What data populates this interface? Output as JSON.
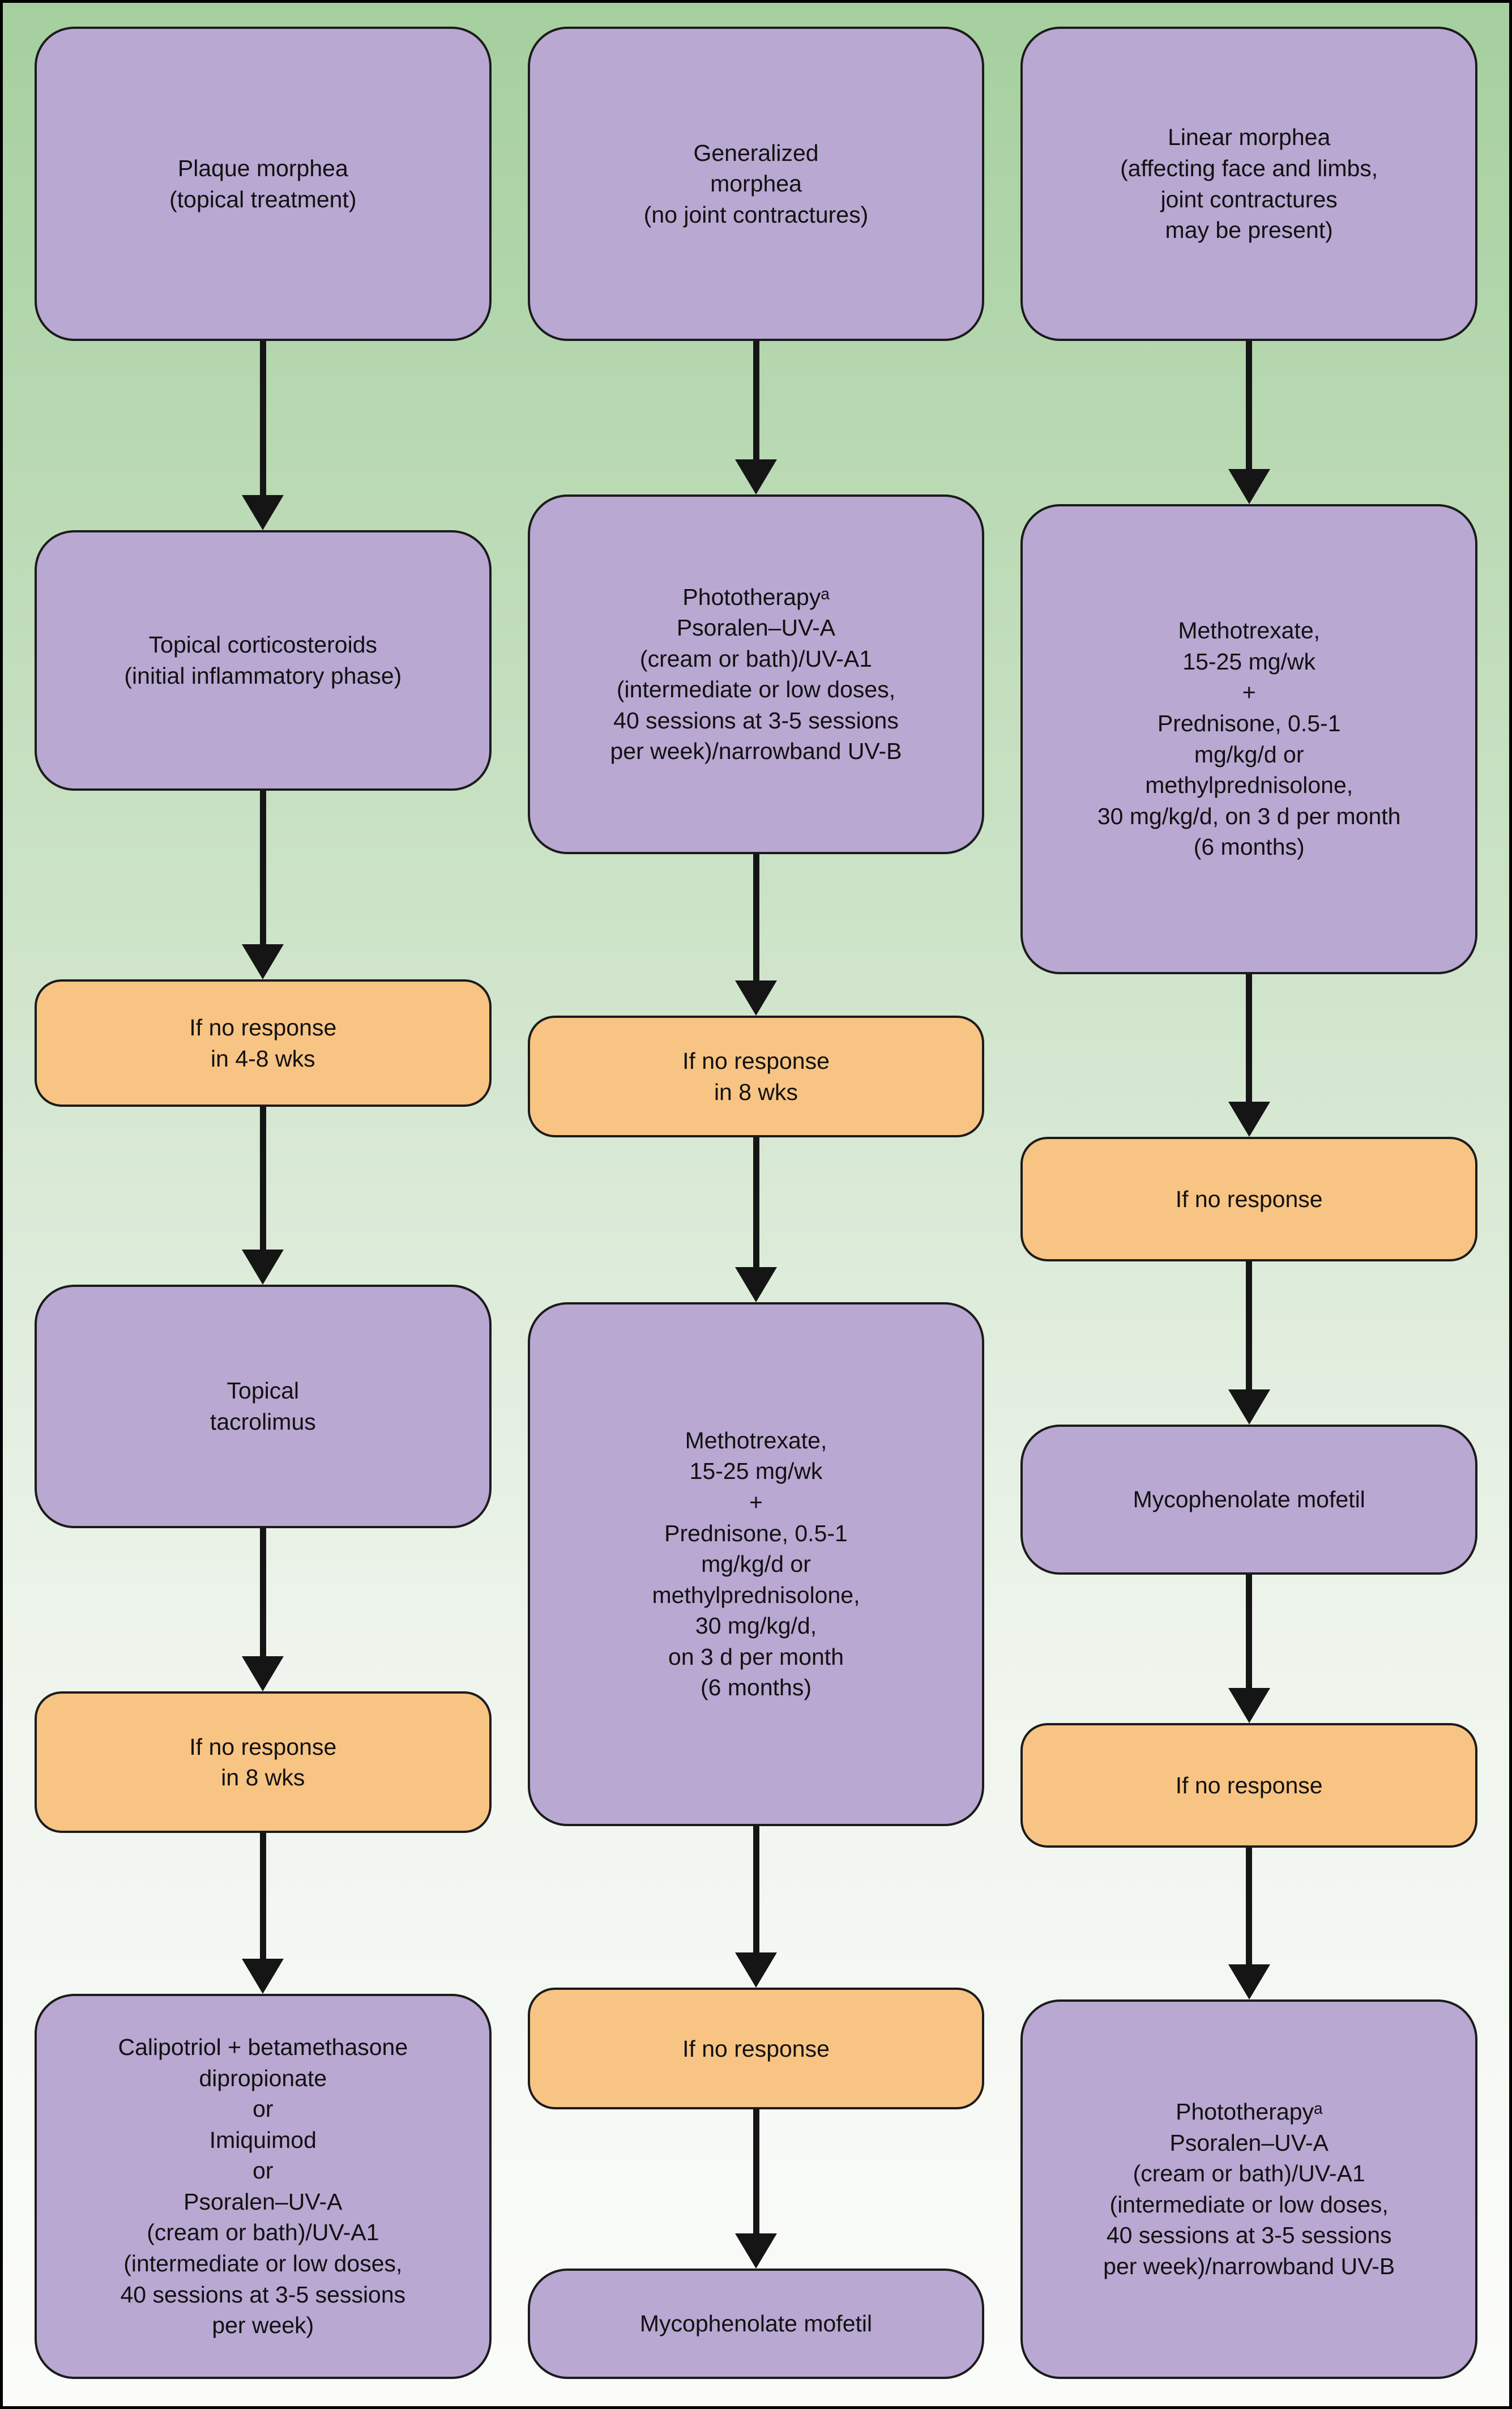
{
  "colors": {
    "bg_top": "#a5cf9e",
    "bg_bottom": "#fbfcfa",
    "purple": "#b9a8d2",
    "orange": "#f8c483"
  },
  "columns": [
    {
      "title": "plaque-morphea-pathway",
      "nodes": [
        {
          "kind": "condition",
          "text": [
            "Plaque morphea",
            "(topical treatment)"
          ]
        },
        {
          "kind": "treatment",
          "text": [
            "Topical corticosteroids",
            "(initial inflammatory phase)"
          ]
        },
        {
          "kind": "response",
          "text": [
            "If no response",
            "in 4-8 wks"
          ]
        },
        {
          "kind": "treatment",
          "text": [
            "Topical",
            "tacrolimus"
          ]
        },
        {
          "kind": "response",
          "text": [
            "If no response",
            "in 8 wks"
          ]
        },
        {
          "kind": "treatment",
          "text": [
            "Calipotriol + betamethasone",
            "dipropionate",
            "or",
            "Imiquimod",
            "or",
            "Psoralen–UV-A",
            "(cream or bath)/UV-A1",
            "(intermediate or low doses,",
            "40 sessions at 3-5 sessions",
            "per week)"
          ]
        }
      ]
    },
    {
      "title": "generalized-morphea-pathway",
      "nodes": [
        {
          "kind": "condition",
          "text": [
            "Generalized",
            "morphea",
            "(no joint contractures)"
          ]
        },
        {
          "kind": "treatment",
          "text": [
            "Phototherapyᵃ",
            "Psoralen–UV-A",
            "(cream or bath)/UV-A1",
            "(intermediate or low doses,",
            "40 sessions at 3-5 sessions",
            "per week)/narrowband UV-B"
          ]
        },
        {
          "kind": "response",
          "text": [
            "If no response",
            "in 8 wks"
          ]
        },
        {
          "kind": "treatment",
          "text": [
            "Methotrexate,",
            "15-25 mg/wk",
            "+",
            "Prednisone, 0.5-1",
            "mg/kg/d or",
            "methylprednisolone,",
            "30 mg/kg/d,",
            "on 3 d per month",
            "(6 months)"
          ]
        },
        {
          "kind": "response",
          "text": [
            "If no response"
          ]
        },
        {
          "kind": "treatment",
          "text": [
            "Mycophenolate mofetil"
          ]
        }
      ]
    },
    {
      "title": "linear-morphea-pathway",
      "nodes": [
        {
          "kind": "condition",
          "text": [
            "Linear morphea",
            "(affecting face and limbs,",
            "joint contractures",
            "may be present)"
          ]
        },
        {
          "kind": "treatment",
          "text": [
            "Methotrexate,",
            "15-25 mg/wk",
            "+",
            "Prednisone, 0.5-1",
            "mg/kg/d or",
            "methylprednisolone,",
            "30 mg/kg/d, on 3 d per month",
            "(6 months)"
          ]
        },
        {
          "kind": "response",
          "text": [
            "If no response"
          ]
        },
        {
          "kind": "treatment",
          "text": [
            "Mycophenolate mofetil"
          ]
        },
        {
          "kind": "response",
          "text": [
            "If no response"
          ]
        },
        {
          "kind": "treatment",
          "text": [
            "Phototherapyᵃ",
            "Psoralen–UV-A",
            "(cream or bath)/UV-A1",
            "(intermediate or low doses,",
            "40 sessions at 3-5 sessions",
            "per week)/narrowband UV-B"
          ]
        }
      ]
    }
  ]
}
